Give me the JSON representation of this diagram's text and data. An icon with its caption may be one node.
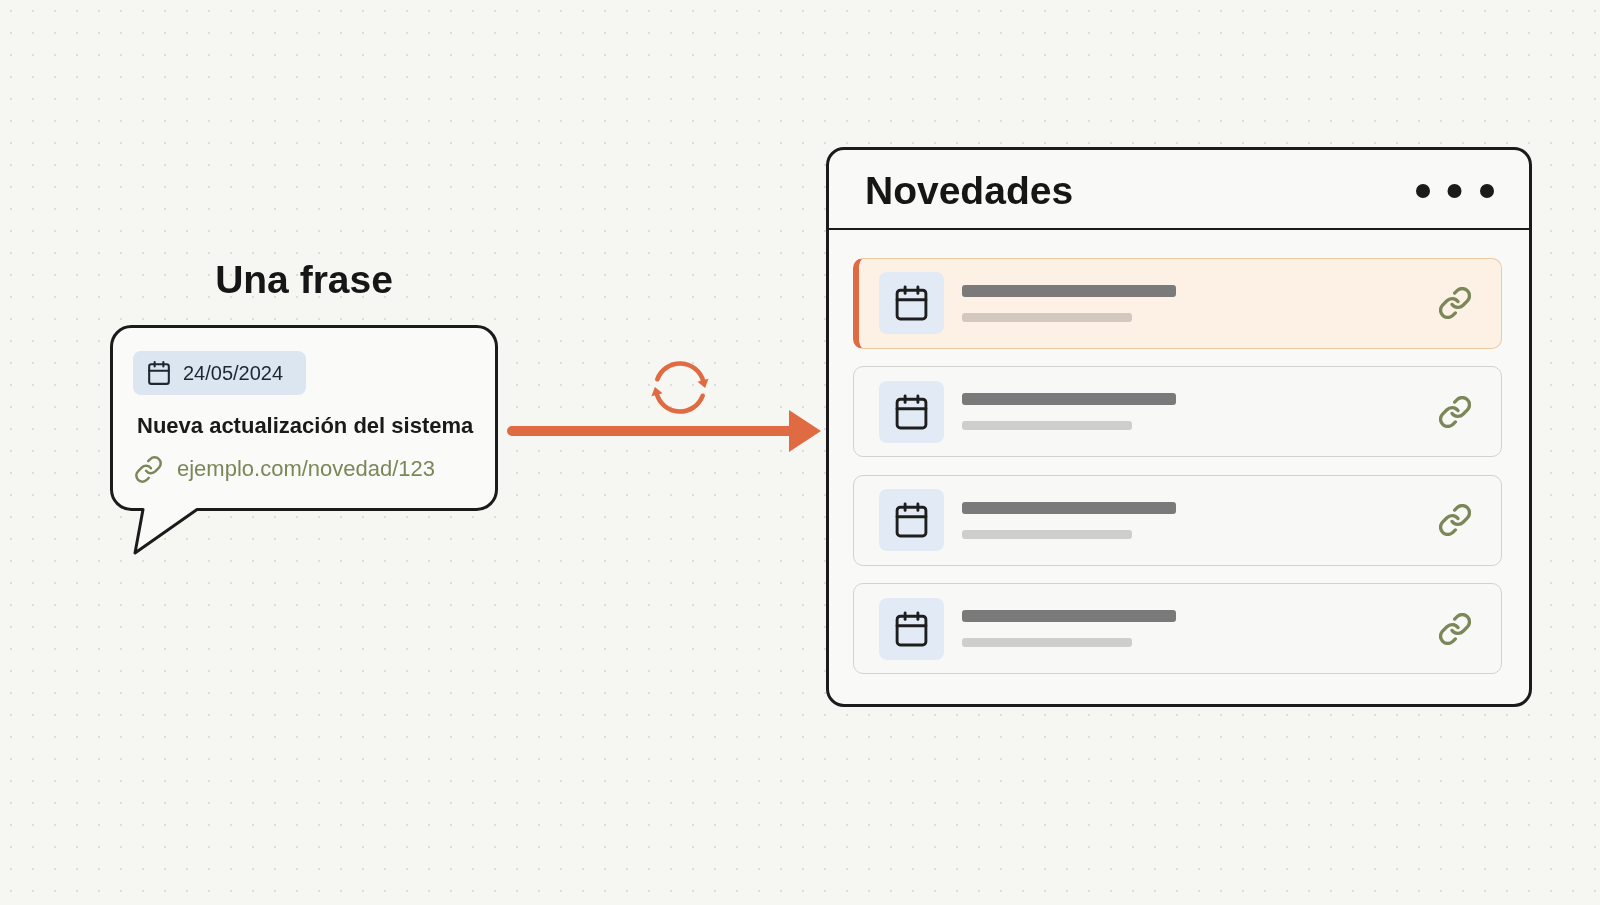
{
  "diagram": {
    "nodes": [
      {
        "text": [
          "Una frase",
          "Nueva actualización del sistema",
          "ejemplo.com/novedad/123"
        ]
      },
      {
        "text": [
          "24/05/2024"
        ],
        "in": 0
      },
      {
        "text": [
          "Novedades"
        ]
      }
    ],
    "edges": [
      {
        "from": 0,
        "to": 2,
        "arrow": "to"
      }
    ]
  }
}
